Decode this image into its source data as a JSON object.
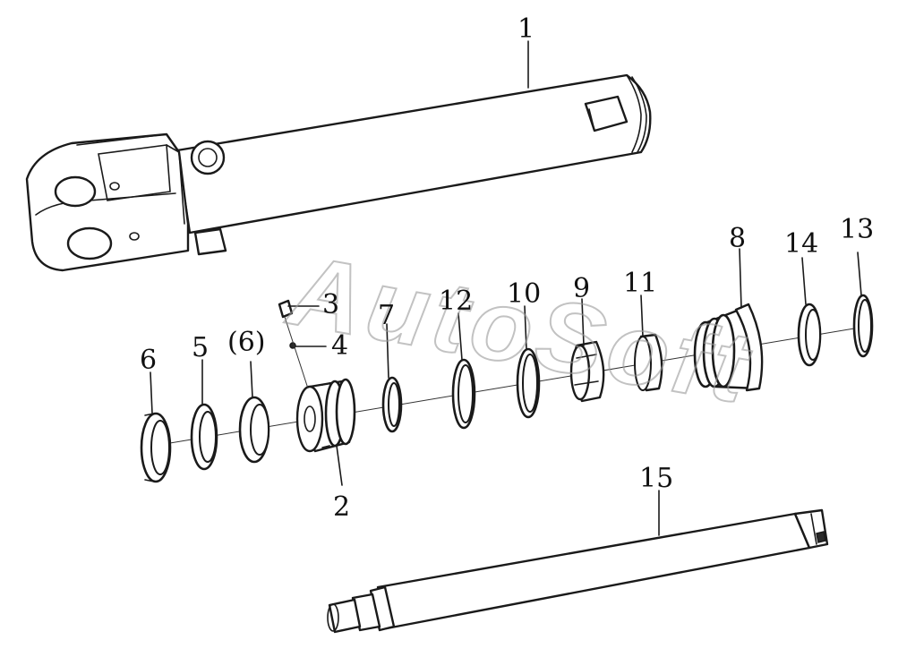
{
  "watermark": "AutoSoft",
  "labels": {
    "p1": "1",
    "p2": "2",
    "p3": "3",
    "p4": "4",
    "p5": "5",
    "p6": "6",
    "p6b": "(6)",
    "p7": "7",
    "p8": "8",
    "p9": "9",
    "p10": "10",
    "p11": "11",
    "p12": "12",
    "p13": "13",
    "p14": "14",
    "p15": "15"
  }
}
